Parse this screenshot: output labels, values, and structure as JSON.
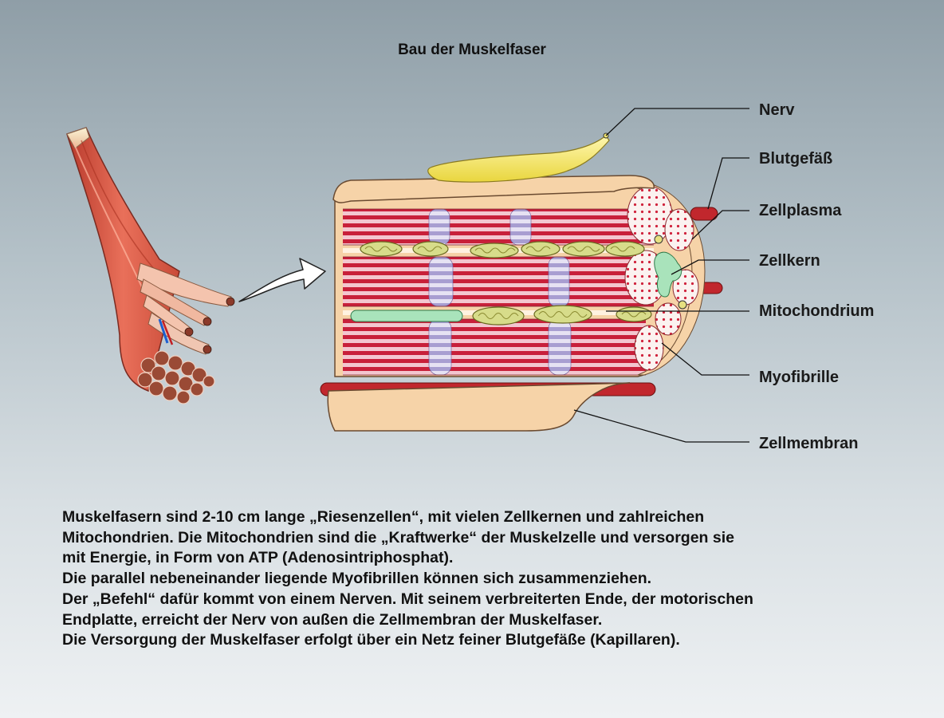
{
  "title": "Bau der Muskelfaser",
  "labels": {
    "nerv": "Nerv",
    "blutgefaess": "Blutgefäß",
    "zellplasma": "Zellplasma",
    "zellkern": "Zellkern",
    "mitochondrium": "Mitochondrium",
    "myofibrille": "Myofibrille",
    "zellmembran": "Zellmembran"
  },
  "description": {
    "lines": [
      "Muskelfasern sind 2-10 cm lange „Riesenzellen“, mit vielen Zellkernen und zahlreichen",
      "Mitochondrien. Die Mitochondrien sind die „Kraftwerke“ der Muskelzelle und versorgen sie",
      "mit Energie, in Form von ATP (Adenosintriphosphat).",
      "Die parallel nebeneinander liegende Myofibrillen können sich zusammenziehen.",
      "Der „Befehl“ dafür kommt von einem Nerven. Mit seinem verbreiterten Ende, der motorischen",
      "Endplatte, erreicht der Nerv von außen die Zellmembran der Muskelfaser.",
      "Die Versorgung der Muskelfaser erfolgt über ein Netz feiner Blutgefäße (Kapillaren)."
    ]
  },
  "colors": {
    "membrane": "#f6d3a8",
    "myofibril_red": "#c8203a",
    "myofibril_light": "#f4c9d2",
    "myofibril_purple": "#b9b0dc",
    "mitochondrion": "#d7dc8a",
    "nucleus": "#a9e3bb",
    "nerve_ending": "#f6ea73",
    "blood_vessel": "#c1272d",
    "muscle": "#d8503c"
  }
}
